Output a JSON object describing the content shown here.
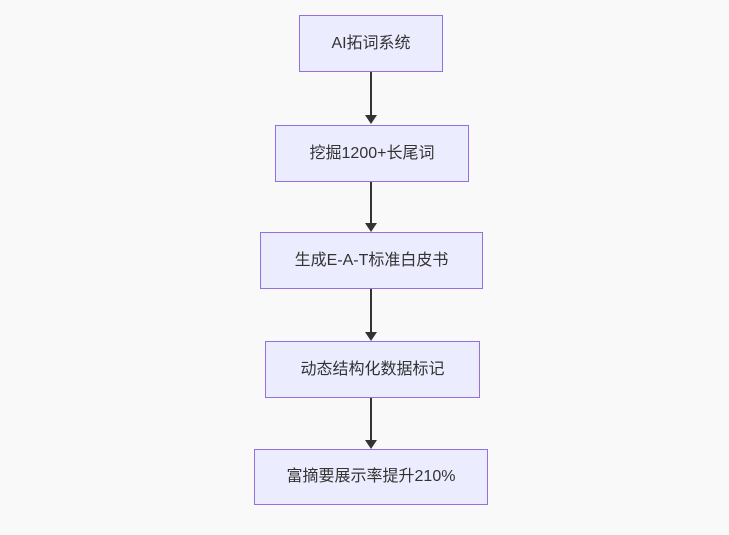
{
  "diagram": {
    "type": "flowchart",
    "direction": "top-down",
    "colors": {
      "background": "#f9f9f9",
      "node_fill": "#ECECFF",
      "node_border": "#9370DB",
      "text": "#333333",
      "arrow": "#333333"
    },
    "nodes": [
      {
        "id": "n1",
        "label": "AI拓词系统"
      },
      {
        "id": "n2",
        "label": "挖掘1200+长尾词"
      },
      {
        "id": "n3",
        "label": "生成E-A-T标准白皮书"
      },
      {
        "id": "n4",
        "label": "动态结构化数据标记"
      },
      {
        "id": "n5",
        "label": "富摘要展示率提升210%"
      }
    ],
    "edges": [
      {
        "from": "n1",
        "to": "n2",
        "arrow": "down"
      },
      {
        "from": "n2",
        "to": "n3",
        "arrow": "down"
      },
      {
        "from": "n3",
        "to": "n4",
        "arrow": "down"
      },
      {
        "from": "n4",
        "to": "n5",
        "arrow": "down"
      }
    ]
  }
}
